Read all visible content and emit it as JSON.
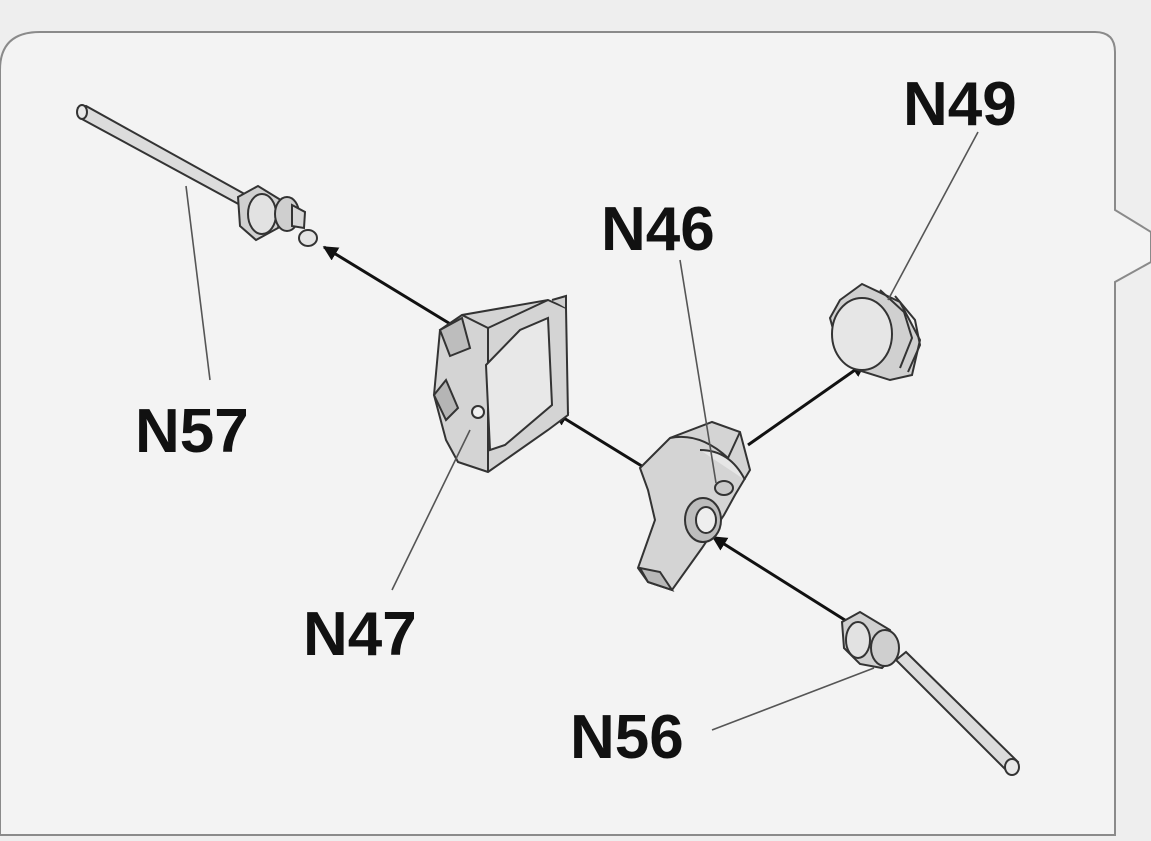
{
  "diagram": {
    "parts": {
      "n49": {
        "label": "N49"
      },
      "n46": {
        "label": "N46"
      },
      "n57": {
        "label": "N57"
      },
      "n47": {
        "label": "N47"
      },
      "n56": {
        "label": "N56"
      }
    },
    "colors": {
      "background": "#eeeeee",
      "panel": "#f3f3f3",
      "panel_border": "#8a8a8a",
      "part_fill": "#d4d4d4",
      "part_light": "#e6e6e6",
      "part_dark": "#9a9a9a",
      "outline": "#333333",
      "arrow": "#111111",
      "leader": "#444444"
    }
  }
}
